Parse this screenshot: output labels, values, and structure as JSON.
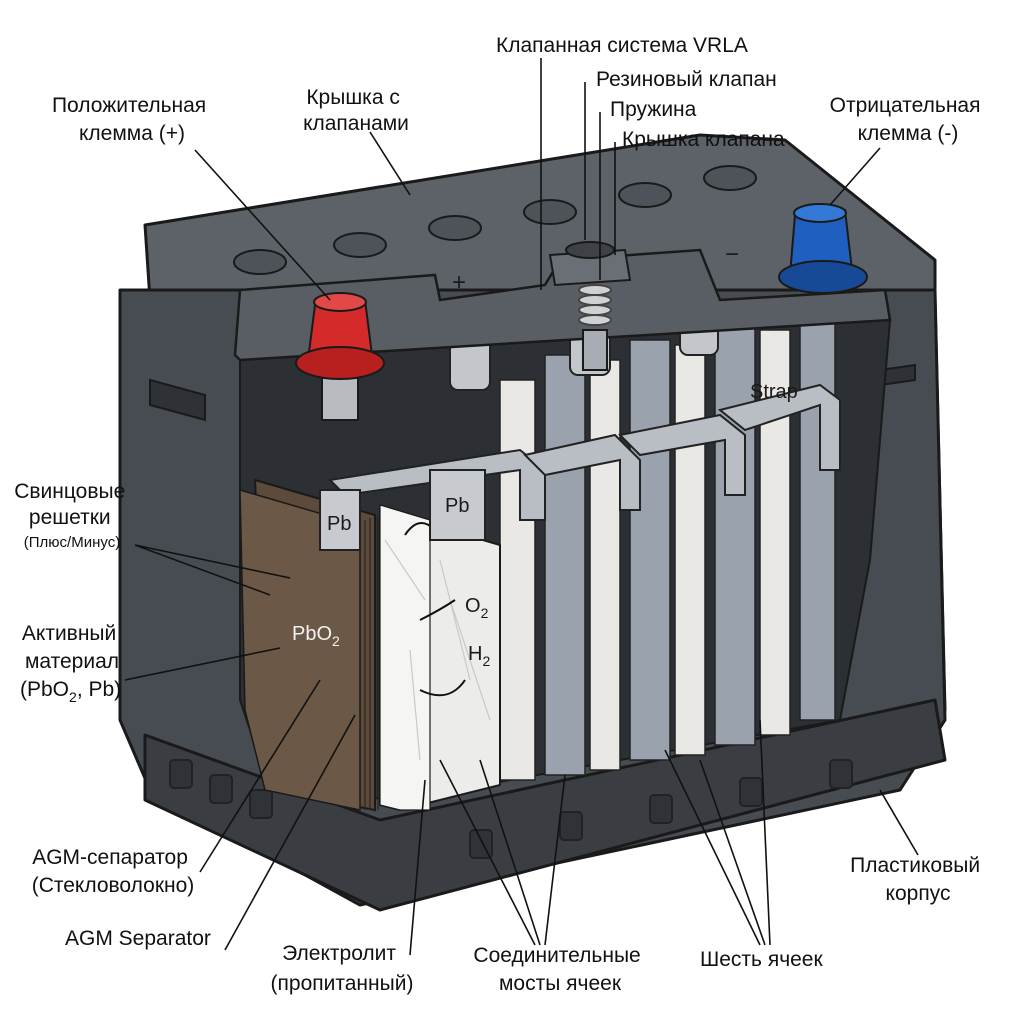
{
  "labels": {
    "vrla_system": "Клапанная система VRLA",
    "rubber_valve": "Резиновый клапан",
    "spring": "Пружина",
    "valve_cap": "Крышка клапана",
    "positive_terminal": [
      "Положительная",
      "клемма (+)"
    ],
    "lid_with_valves": [
      "Крышка с",
      "клапанами"
    ],
    "negative_terminal": [
      "Отрицательная",
      "клемма (-)"
    ],
    "lead_grids": [
      "Свинцовые",
      "решетки",
      "(Плюс/Минус)"
    ],
    "active_material": [
      "Активный",
      "материал"
    ],
    "active_material_formula": {
      "pre": "(PbO",
      "sub": "2",
      "post": ", Pb)"
    },
    "agm_separator_ru": [
      "AGM-сепаратор",
      "(Стекловолокно)"
    ],
    "agm_separator_en": "AGM Separator",
    "electrolyte": [
      "Электролит",
      "(пропитанный)"
    ],
    "cell_bridges": [
      "Соединительные",
      "мосты ячеек"
    ],
    "six_cells": "Шесть ячеек",
    "plastic_case": [
      "Пластиковый",
      "корпус"
    ]
  },
  "internal_labels": {
    "pbo2": {
      "main": "PbO",
      "sub": "2"
    },
    "pb_left": "Pb",
    "pb_right": "Pb",
    "o2": {
      "main": "O",
      "sub": "2"
    },
    "h2": {
      "main": "H",
      "sub": "2"
    },
    "strap": "Strap",
    "lid_plus": "+",
    "lid_minus": "−"
  },
  "colors": {
    "case": "#4b5056",
    "case_dark": "#33373c",
    "lid": "#5a5f65",
    "positive_terminal": "#d42a2a",
    "negative_terminal": "#1f5fbf",
    "active_material": "#5c4a3b",
    "separator": "#ececea",
    "plates": "#9aa3ad",
    "strap": "#b9bec4"
  }
}
